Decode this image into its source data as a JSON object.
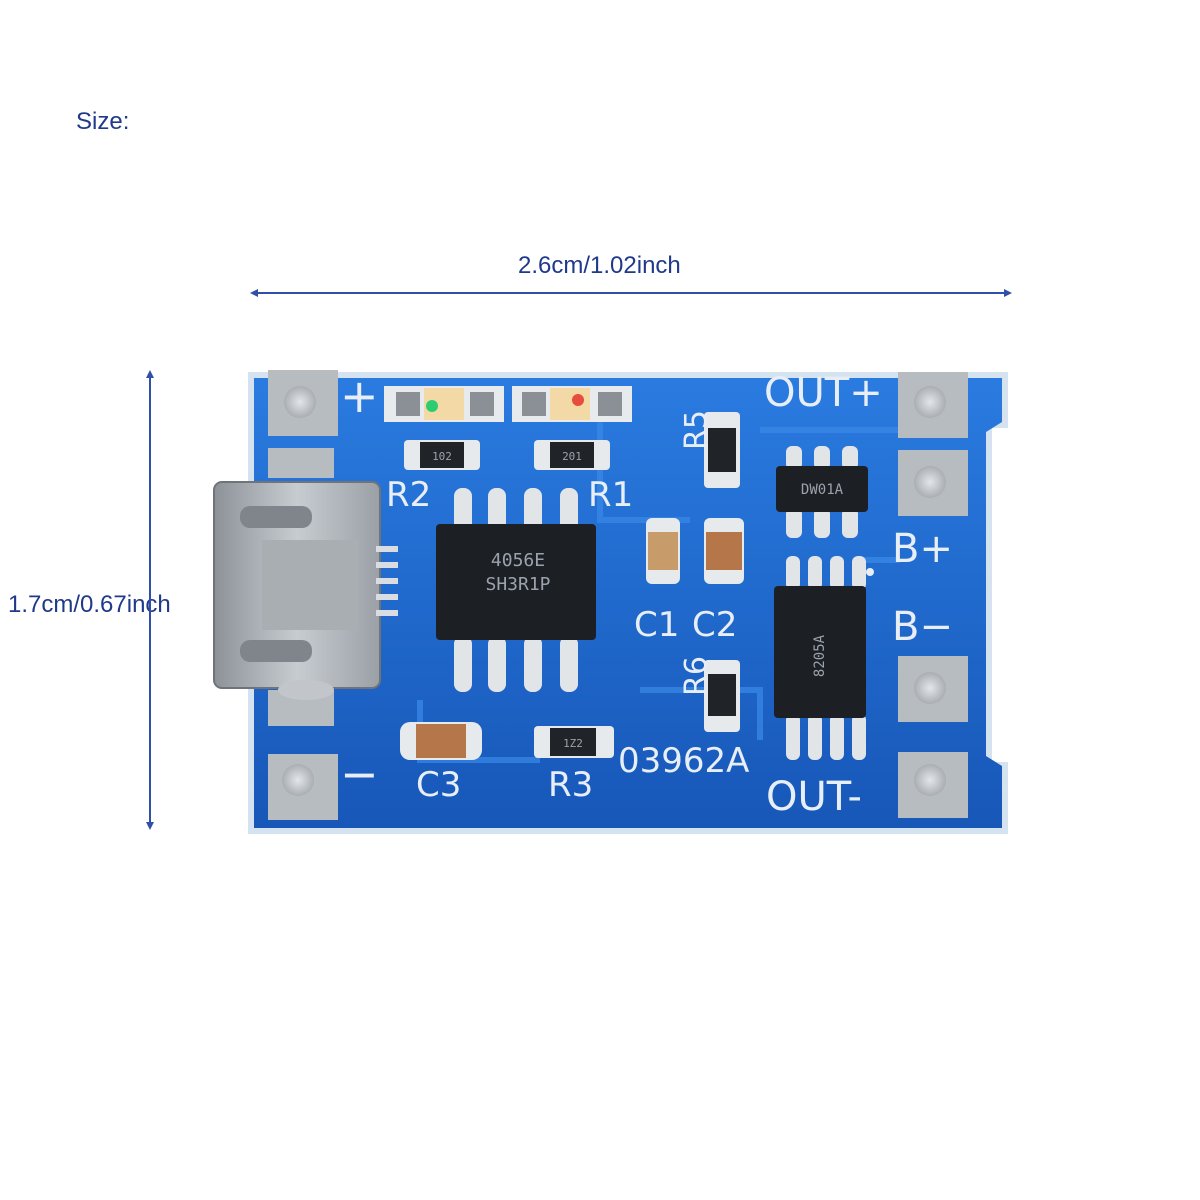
{
  "header": {
    "size_label": "Size:"
  },
  "dimensions": {
    "width_label": "2.6cm/1.02inch",
    "height_label": "1.7cm/0.67inch"
  },
  "board": {
    "silkscreen": {
      "plus": "+",
      "minus": "−",
      "out_plus": "OUT+",
      "out_minus": "OUT-",
      "b_plus": "B+",
      "b_minus": "B−",
      "r1": "R1",
      "r2": "R2",
      "r3": "R3",
      "r5": "R5",
      "r6": "R6",
      "c1": "C1",
      "c2": "C2",
      "c3": "C3",
      "board_id": "03962A"
    },
    "chips": {
      "charger_line1": "4056E",
      "charger_line2": "SH3R1P",
      "protector": "DW01A",
      "mosfet": "8205A"
    },
    "resistor_codes": {
      "r2": "102",
      "r1": "201",
      "r3": "1Z2"
    },
    "colors": {
      "pcb_blue": "#1f6fd6",
      "pcb_edge": "#d9e6f2",
      "pad_silver": "#c9cdd2",
      "led_green": "#2ecc71",
      "led_red": "#e74c3c"
    }
  }
}
